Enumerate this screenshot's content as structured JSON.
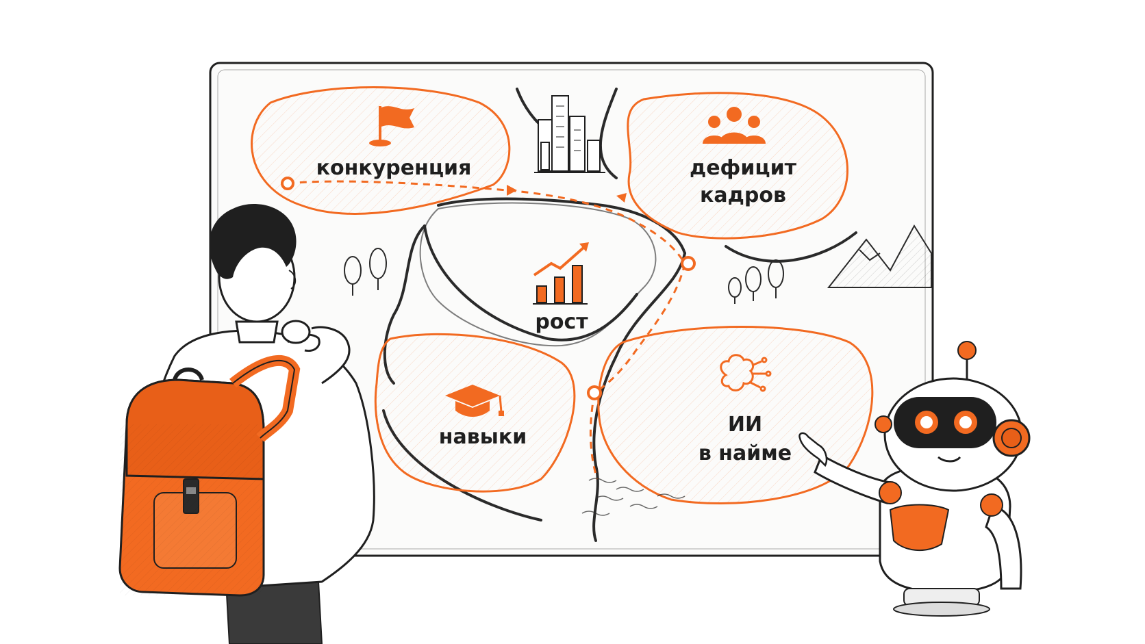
{
  "colors": {
    "accent": "#f26a21",
    "ink": "#1f1f1f",
    "board": "#fbfbfa",
    "background": "#ffffff"
  },
  "map": {
    "regions": [
      {
        "id": "competition",
        "label_lines": [
          "конкуренция"
        ],
        "icon": "flag-icon"
      },
      {
        "id": "staff-shortage",
        "label_lines": [
          "дефицит",
          "кадров"
        ],
        "icon": "people-group-icon"
      },
      {
        "id": "growth",
        "label_lines": [
          "рост"
        ],
        "icon": "growth-chart-icon"
      },
      {
        "id": "skills",
        "label_lines": [
          "навыки"
        ],
        "icon": "graduation-cap-icon"
      },
      {
        "id": "ai-hiring",
        "label_lines": [
          "ИИ",
          "в найме"
        ],
        "icon": "ai-brain-icon"
      }
    ],
    "decorations": [
      "city-buildings-icon",
      "trees-icon",
      "mountains-icon",
      "water-waves-icon"
    ]
  },
  "characters": [
    {
      "id": "person",
      "description_icon": "person-with-backpack-icon"
    },
    {
      "id": "robot",
      "description_icon": "robot-pointing-icon"
    }
  ]
}
